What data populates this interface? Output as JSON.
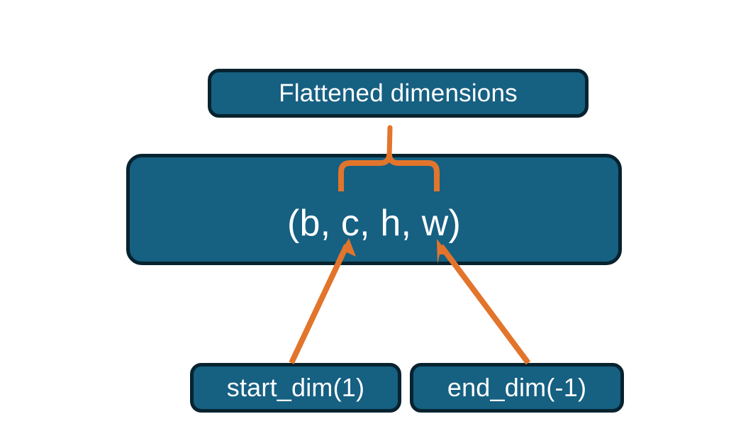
{
  "diagram": {
    "title_node": {
      "label": "Flattened dimensions",
      "name": "flattened-dimensions-box"
    },
    "shape_node": {
      "label": "(b, c, h, w)",
      "dims": [
        "b",
        "c",
        "h",
        "w"
      ],
      "name": "tensor-shape-box"
    },
    "arg_nodes": [
      {
        "label": "start_dim(1)",
        "name": "start-dim-box",
        "value": 1
      },
      {
        "label": "end_dim(-1)",
        "name": "end-dim-box",
        "value": -1
      }
    ],
    "annotations": {
      "brace": {
        "name": "flatten-range-brace",
        "points_to": "Flattened dimensions",
        "spans": "c, h, w"
      },
      "arrows": [
        {
          "name": "start-dim-arrow",
          "from": "start_dim(1)",
          "to": "c"
        },
        {
          "name": "end-dim-arrow",
          "from": "end_dim(-1)",
          "to": "w"
        }
      ]
    },
    "colors": {
      "node_fill": "#166082",
      "node_border": "#07232f",
      "node_text": "#ffffff",
      "accent_orange": "#e2752b",
      "background": "#ffffff"
    }
  }
}
